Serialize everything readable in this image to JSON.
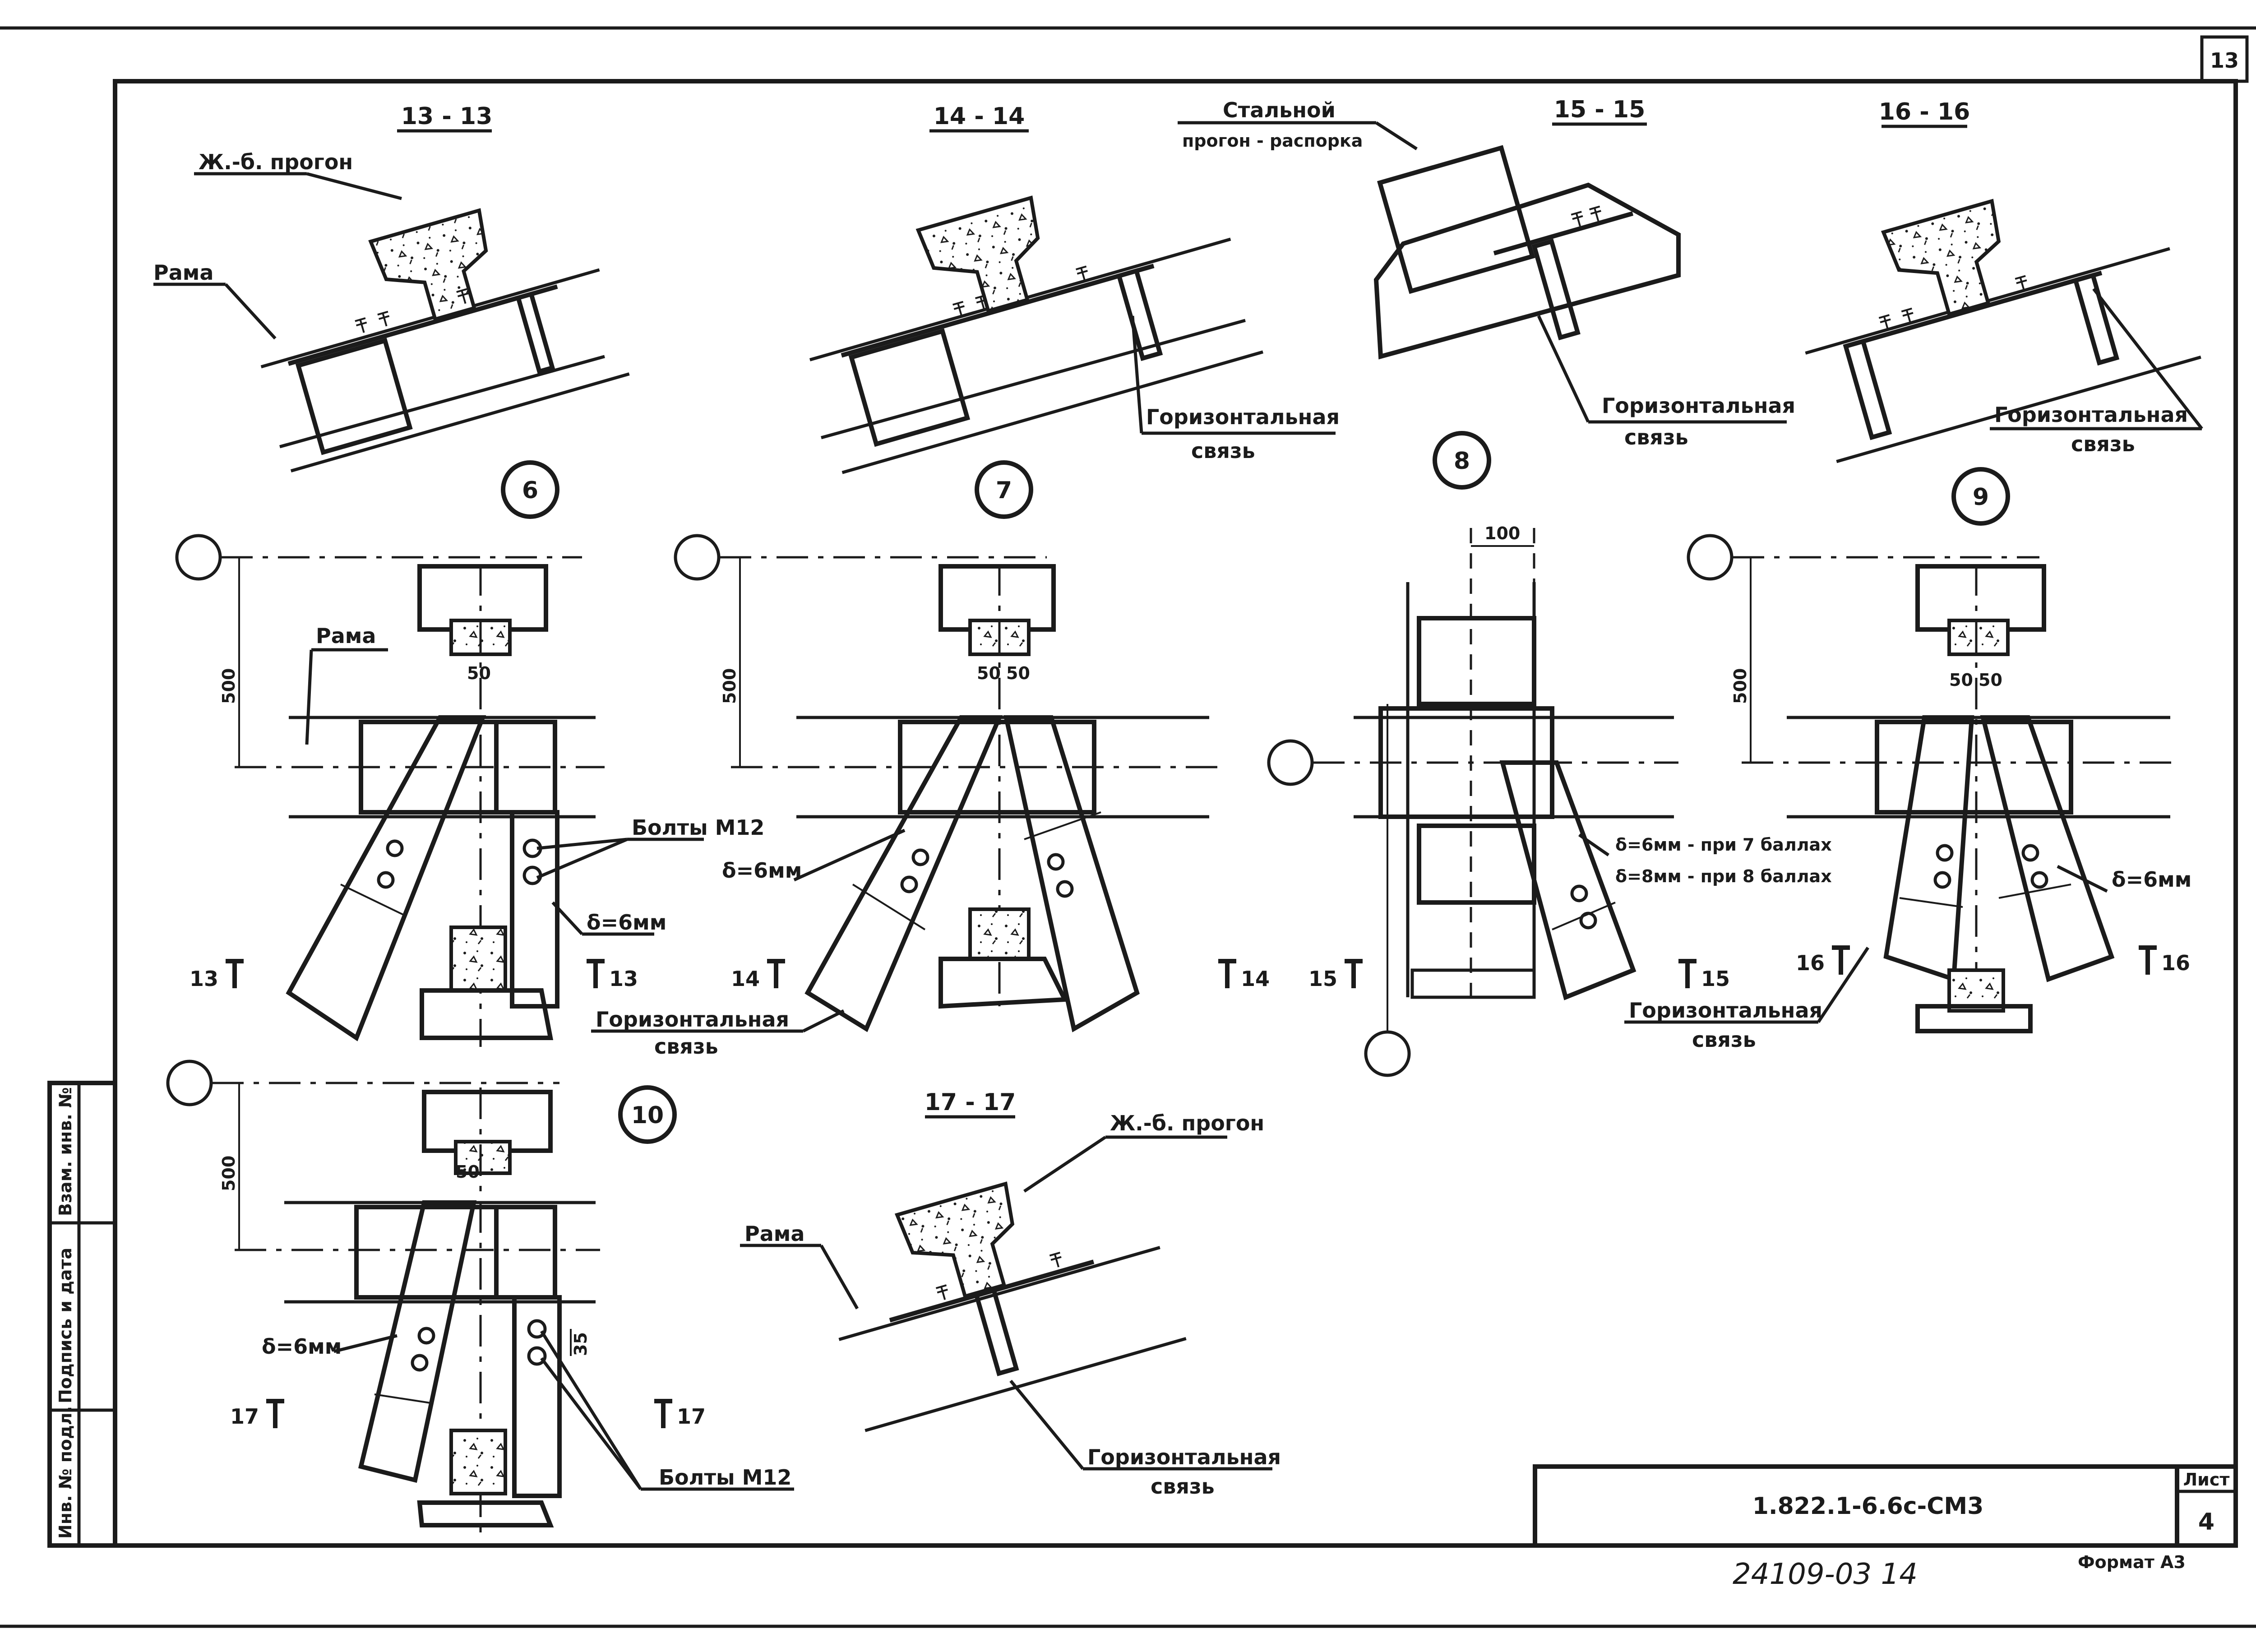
{
  "sheet": {
    "page_number": "13",
    "drawing_code": "1.822.1-6.6с-СМ3",
    "sheet_label": "Лист",
    "sheet_number": "4",
    "inventory_number": "24109-03 14",
    "format_label": "Формат А3"
  },
  "side_stamp": {
    "inv_original": "Инв. № подл.",
    "signature_date": "Подпись и дата",
    "replaced_inv": "Взам. инв. №"
  },
  "sections": {
    "s13": "13 - 13",
    "s14": "14 - 14",
    "s15": "15 - 15",
    "s16": "16 - 16",
    "s17": "17 - 17"
  },
  "labels": {
    "rc_purlin": "Ж.-б. прогон",
    "frame": "Рама",
    "steel_purlin_l1": "Стальной",
    "steel_purlin_l2": "прогон - распорка",
    "horiz_brace_l1": "Горизонтальная",
    "horiz_brace_l2": "связь",
    "bolts_m12": "Болты М12",
    "delta6": "δ=6мм",
    "delta6_7": "δ=6мм - при 7 баллах",
    "delta8_8": "δ=8мм - при 8 баллах"
  },
  "nodes": [
    "6",
    "7",
    "8",
    "9",
    "10"
  ],
  "dims": {
    "d500": "500",
    "d50": "50",
    "d100": "100",
    "d35": "35"
  },
  "cut_marks": {
    "c13": "13",
    "c14": "14",
    "c15": "15",
    "c16": "16",
    "c17": "17"
  }
}
